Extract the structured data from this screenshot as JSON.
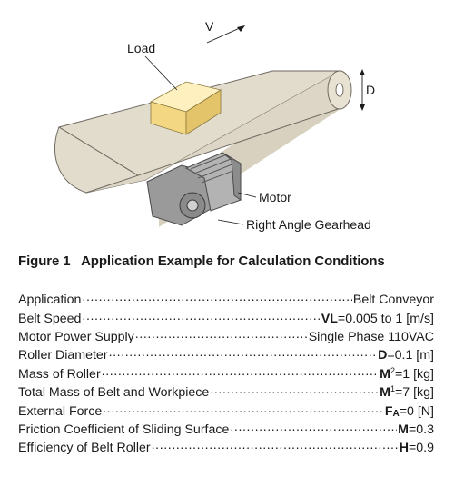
{
  "diagram": {
    "label_load": "Load",
    "label_v": "V",
    "label_d": "D",
    "label_motor": "Motor",
    "label_gearhead": "Right Angle Gearhead",
    "colors": {
      "belt": "#e2dccd",
      "belt_edge": "#6f6a60",
      "load_top": "#fff0bf",
      "load_front": "#f3d782",
      "load_side": "#e3c46a",
      "gearhead": "#9a9a9a",
      "motor": "#b3b3b3"
    }
  },
  "caption": {
    "number": "Figure 1",
    "title": "Application Example for Calculation Conditions"
  },
  "specs": [
    {
      "key": "Application",
      "sym": "",
      "sub": "",
      "sup": "",
      "val": "Belt Conveyor"
    },
    {
      "key": "Belt Speed",
      "sym": "V",
      "sub": "",
      "sup": "",
      "sym2": "L",
      "val": "=0.005 to 1 [m/s]"
    },
    {
      "key": "Motor Power Supply",
      "sym": "",
      "sub": "",
      "sup": "",
      "val": "Single Phase 110VAC"
    },
    {
      "key": "Roller Diameter",
      "sym": "D",
      "sub": "",
      "sup": "",
      "val": "=0.1 [m]"
    },
    {
      "key": "Mass of Roller",
      "sym": "M",
      "sub": "",
      "sup": "2",
      "val": "=1 [kg]"
    },
    {
      "key": "Total Mass of Belt and Workpiece",
      "sym": "M",
      "sub": "",
      "sup": "1",
      "val": "=7 [kg]"
    },
    {
      "key": "External Force",
      "sym": "F",
      "sub": "A",
      "sup": "",
      "val": "=0 [N]"
    },
    {
      "key": "Friction Coefficient of Sliding Surface",
      "sym": "M",
      "sub": "",
      "sup": "",
      "val": "=0.3"
    },
    {
      "key": "Efficiency of Belt Roller",
      "sym": "H",
      "sub": "",
      "sup": "",
      "val": "=0.9"
    }
  ]
}
